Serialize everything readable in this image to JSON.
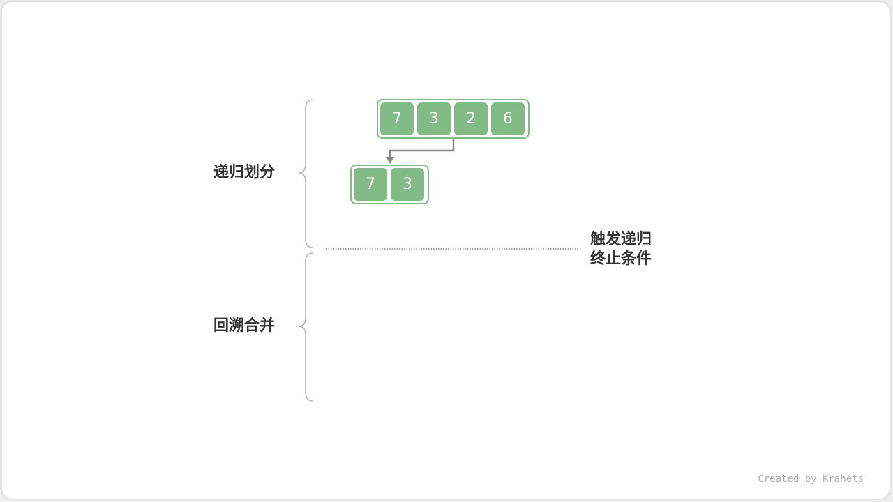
{
  "labels": {
    "divide": "递归划分",
    "merge": "回溯合并",
    "trigger_line1": "触发递归",
    "trigger_line2": "终止条件"
  },
  "arrays": {
    "top": [
      "7",
      "3",
      "2",
      "6"
    ],
    "sub": [
      "7",
      "3"
    ]
  },
  "credit": "Created by Krahets",
  "colors": {
    "cell_fill": "#82bb85",
    "cell_border": "#82bb85",
    "arrow": "#888888",
    "brace": "#b5b5b5",
    "text": "#333333"
  }
}
